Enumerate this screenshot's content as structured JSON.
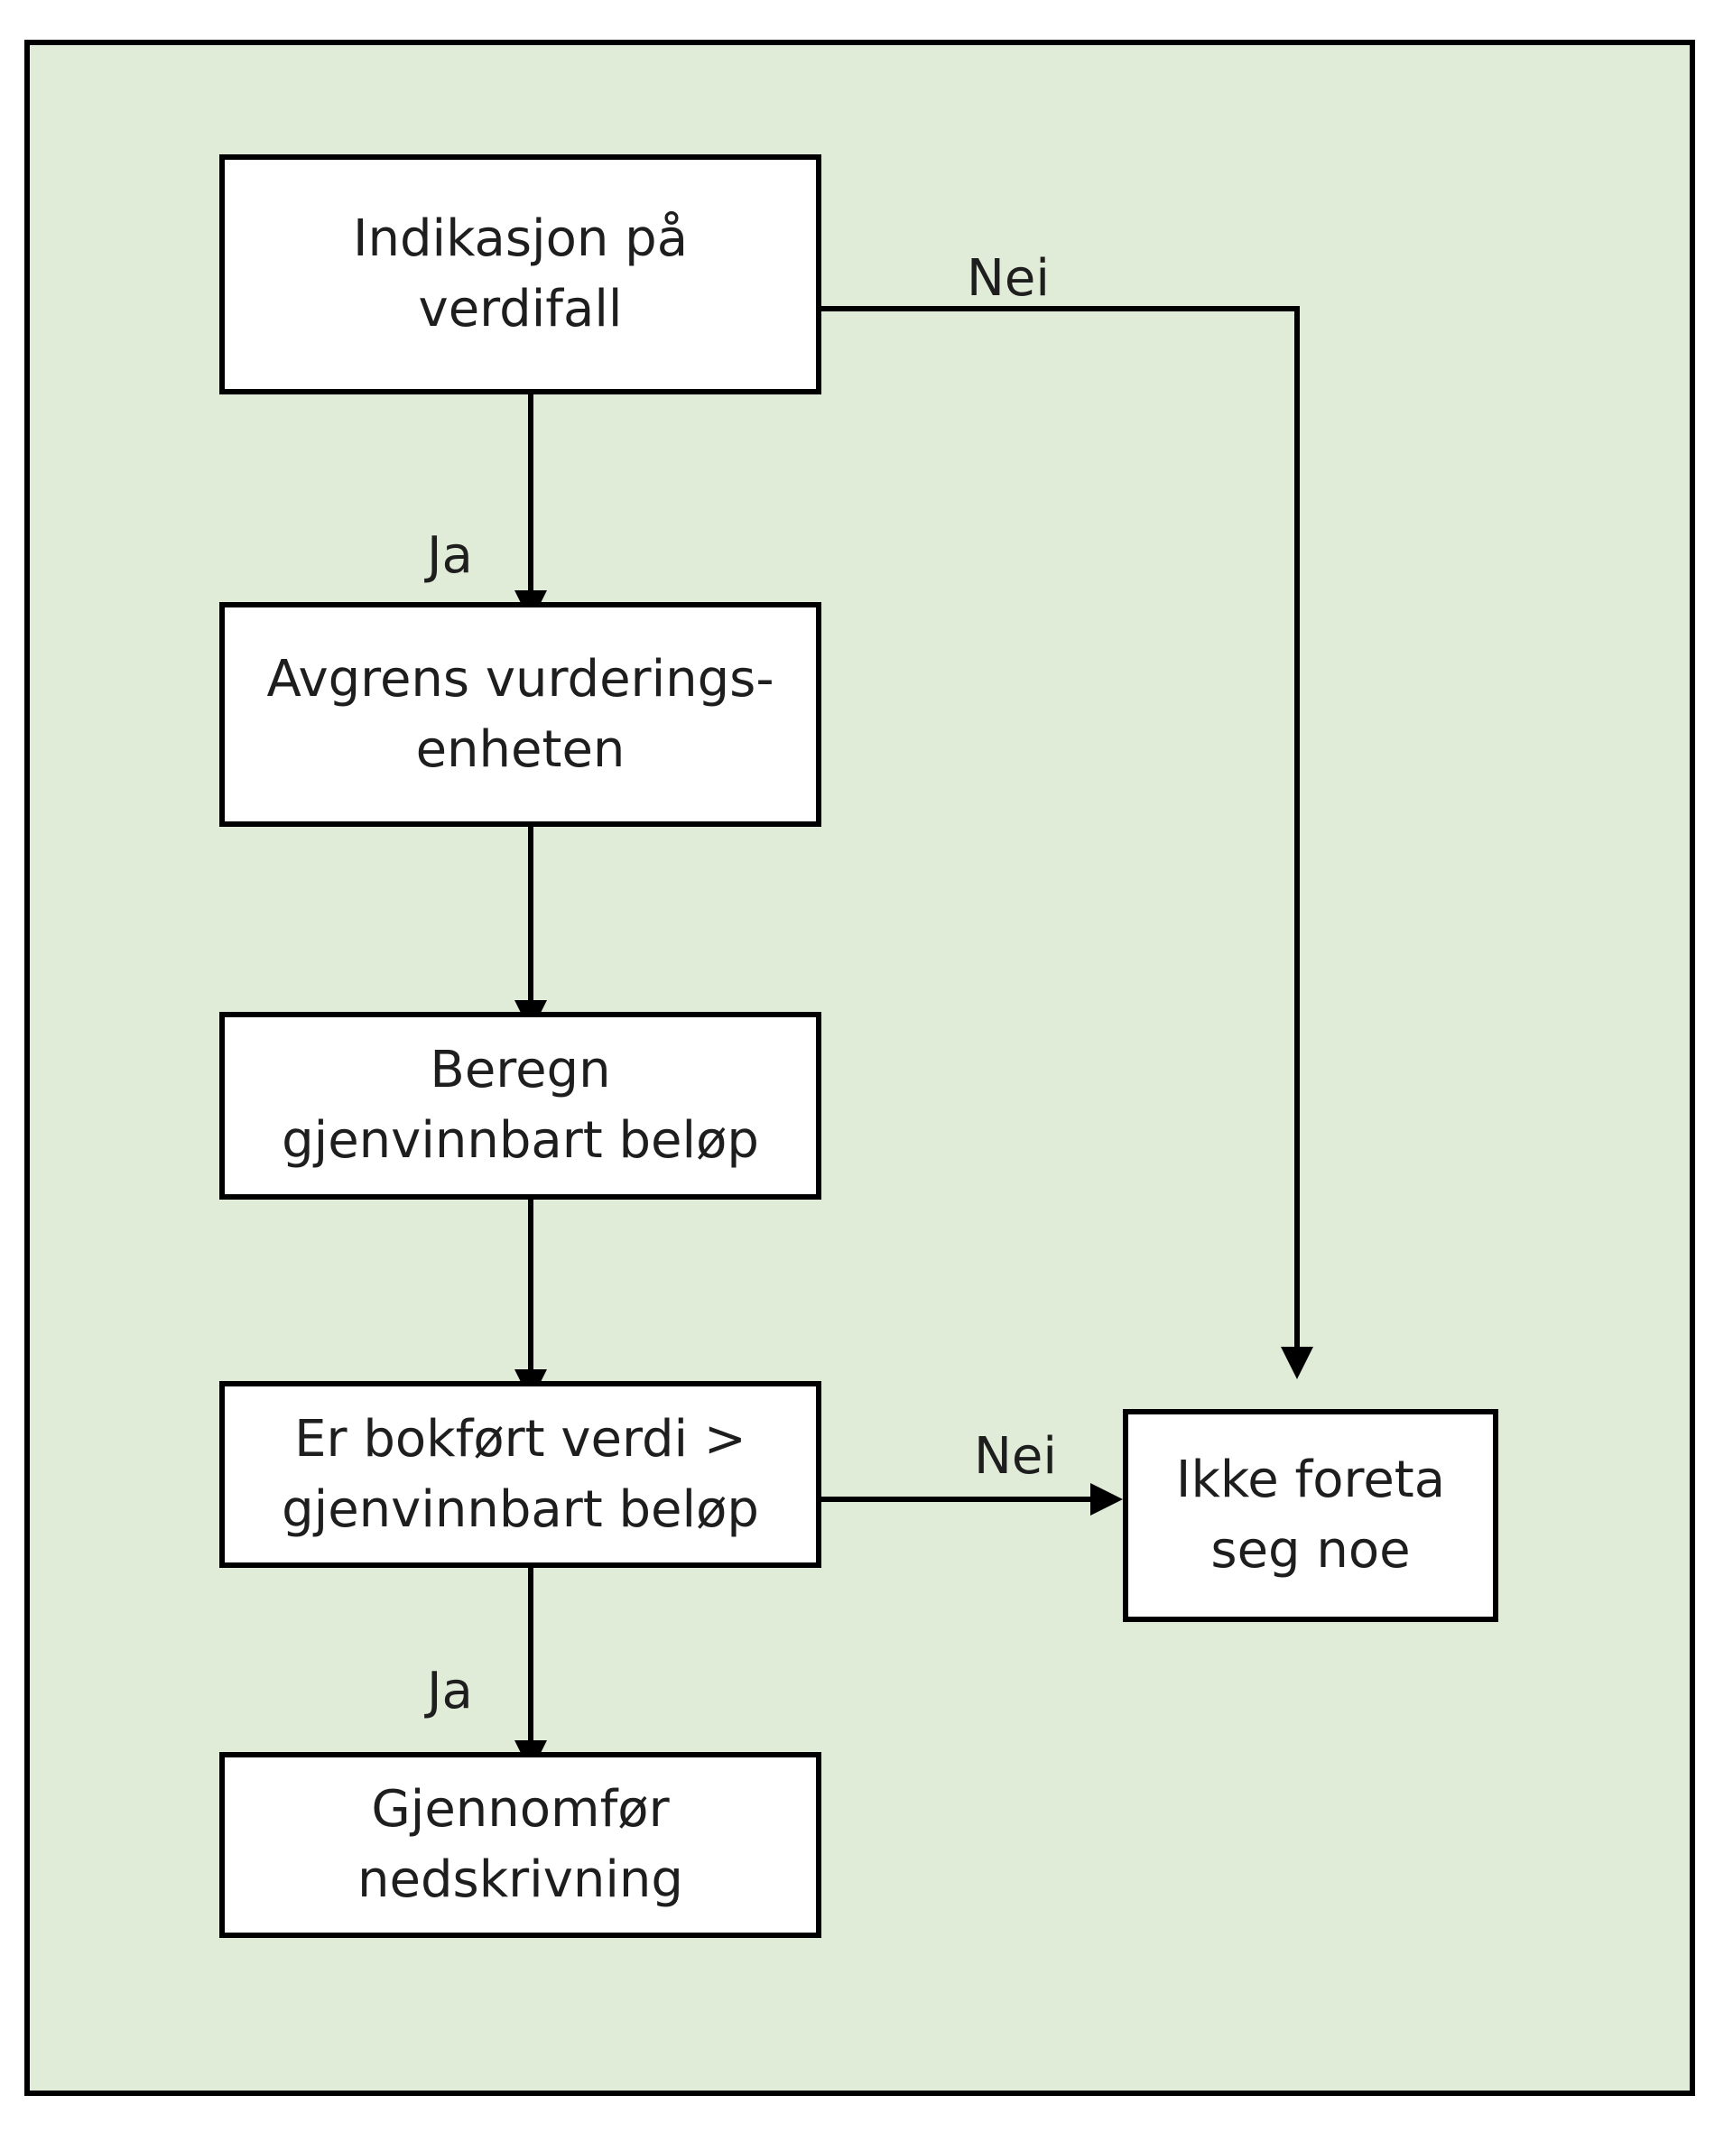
{
  "colors": {
    "background": "#e1ecd8",
    "box_fill": "#ffffff",
    "stroke": "#000000",
    "text": "#1e1e1e"
  },
  "nodes": [
    {
      "id": "indikasjon",
      "label": "Indikasjon på\nverdifall"
    },
    {
      "id": "avgrens",
      "label": "Avgrens vurderings-\nenheten"
    },
    {
      "id": "beregn",
      "label": "Beregn\ngjenvinnbart beløp"
    },
    {
      "id": "sammenlign",
      "label": "Er bokført verdi >\ngjenvinnbart beløp"
    },
    {
      "id": "nedskrivning",
      "label": "Gjennomfør\nnedskrivning"
    },
    {
      "id": "ingenting",
      "label": "Ikke foreta\nseg noe"
    }
  ],
  "edges": [
    {
      "from": "indikasjon",
      "to": "avgrens",
      "label": "Ja"
    },
    {
      "from": "avgrens",
      "to": "beregn",
      "label": ""
    },
    {
      "from": "beregn",
      "to": "sammenlign",
      "label": ""
    },
    {
      "from": "sammenlign",
      "to": "nedskrivning",
      "label": "Ja"
    },
    {
      "from": "indikasjon",
      "to": "ingenting",
      "label": "Nei"
    },
    {
      "from": "sammenlign",
      "to": "ingenting",
      "label": "Nei"
    }
  ]
}
